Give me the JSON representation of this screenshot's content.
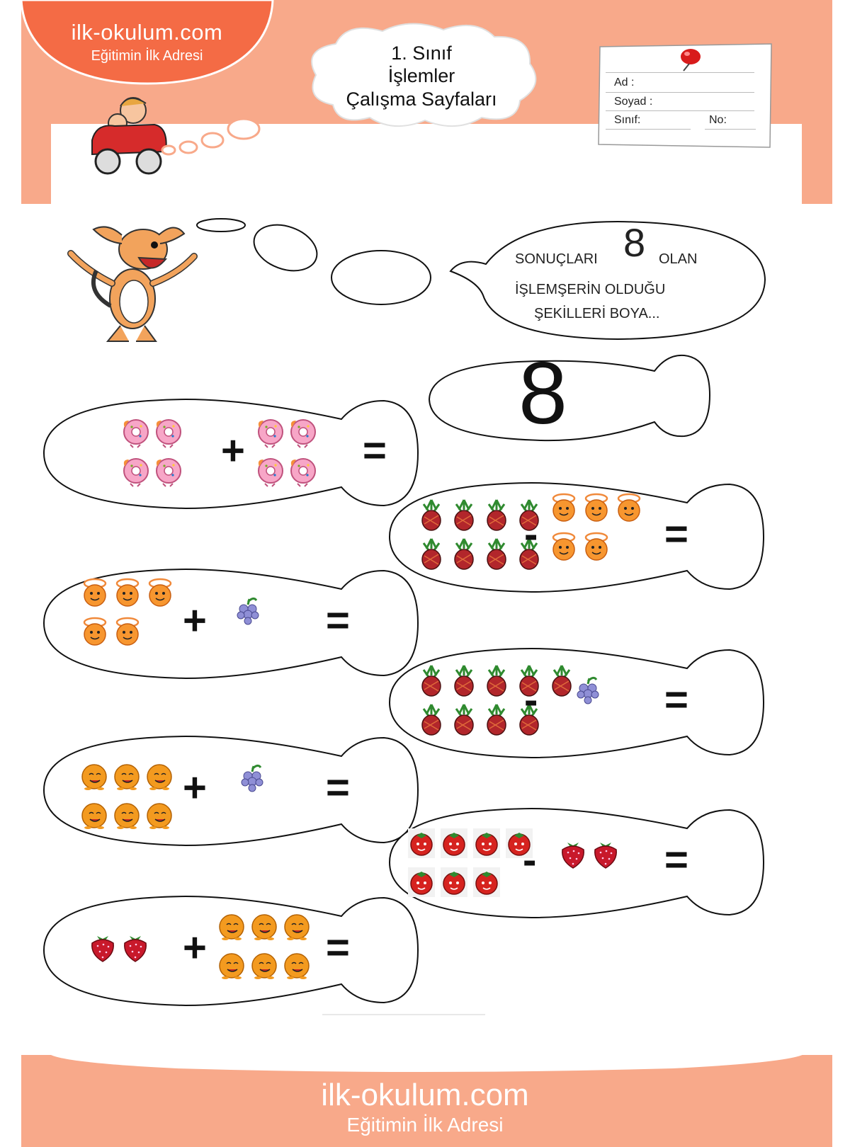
{
  "header": {
    "logo_main": "ilk-okulum.com",
    "logo_sub": "Eğitimin İlk Adresi",
    "title": [
      "1. Sınıf",
      "İşlemler",
      "Çalışma Sayfaları"
    ],
    "card": {
      "name_label": "Ad :",
      "surname_label": "Soyad :",
      "class_label": "Sınıf:",
      "number_label": "No:"
    }
  },
  "instruction": {
    "line1_a": "SONUÇLARI",
    "target_number": "8",
    "line1_b": "OLAN",
    "line2": "İŞLEMŞERİN OLDUĞU",
    "line3": "ŞEKİLLERİ BOYA..."
  },
  "big_number": "8",
  "problems": [
    {
      "op": "+",
      "eq": "=",
      "left": {
        "fruit": "donut",
        "count": 4
      },
      "right": {
        "fruit": "donut",
        "count": 4
      }
    },
    {
      "op": "-",
      "eq": "=",
      "left": {
        "fruit": "pineapple",
        "count": 8
      },
      "right": {
        "fruit": "orange",
        "count": 5
      }
    },
    {
      "op": "+",
      "eq": "=",
      "left": {
        "fruit": "orange",
        "count": 5
      },
      "right": {
        "fruit": "grape",
        "count": 1
      }
    },
    {
      "op": "-",
      "eq": "=",
      "left": {
        "fruit": "pineapple",
        "count": 9
      },
      "right": {
        "fruit": "grape",
        "count": 1
      }
    },
    {
      "op": "+",
      "eq": "=",
      "left": {
        "fruit": "orange-ball",
        "count": 6
      },
      "right": {
        "fruit": "grape",
        "count": 1
      }
    },
    {
      "op": "-",
      "eq": "=",
      "left": {
        "fruit": "tomato",
        "count": 7
      },
      "right": {
        "fruit": "strawberry",
        "count": 2
      }
    },
    {
      "op": "+",
      "eq": "=",
      "left": {
        "fruit": "strawberry",
        "count": 2
      },
      "right": {
        "fruit": "orange-ball",
        "count": 6
      }
    }
  ],
  "footer": {
    "main": "ilk-okulum.com",
    "sub": "Eğitimin İlk Adresi"
  },
  "colors": {
    "band": "#f8a98a",
    "logo_bubble": "#f46b45",
    "pin": "#d81b1b"
  }
}
